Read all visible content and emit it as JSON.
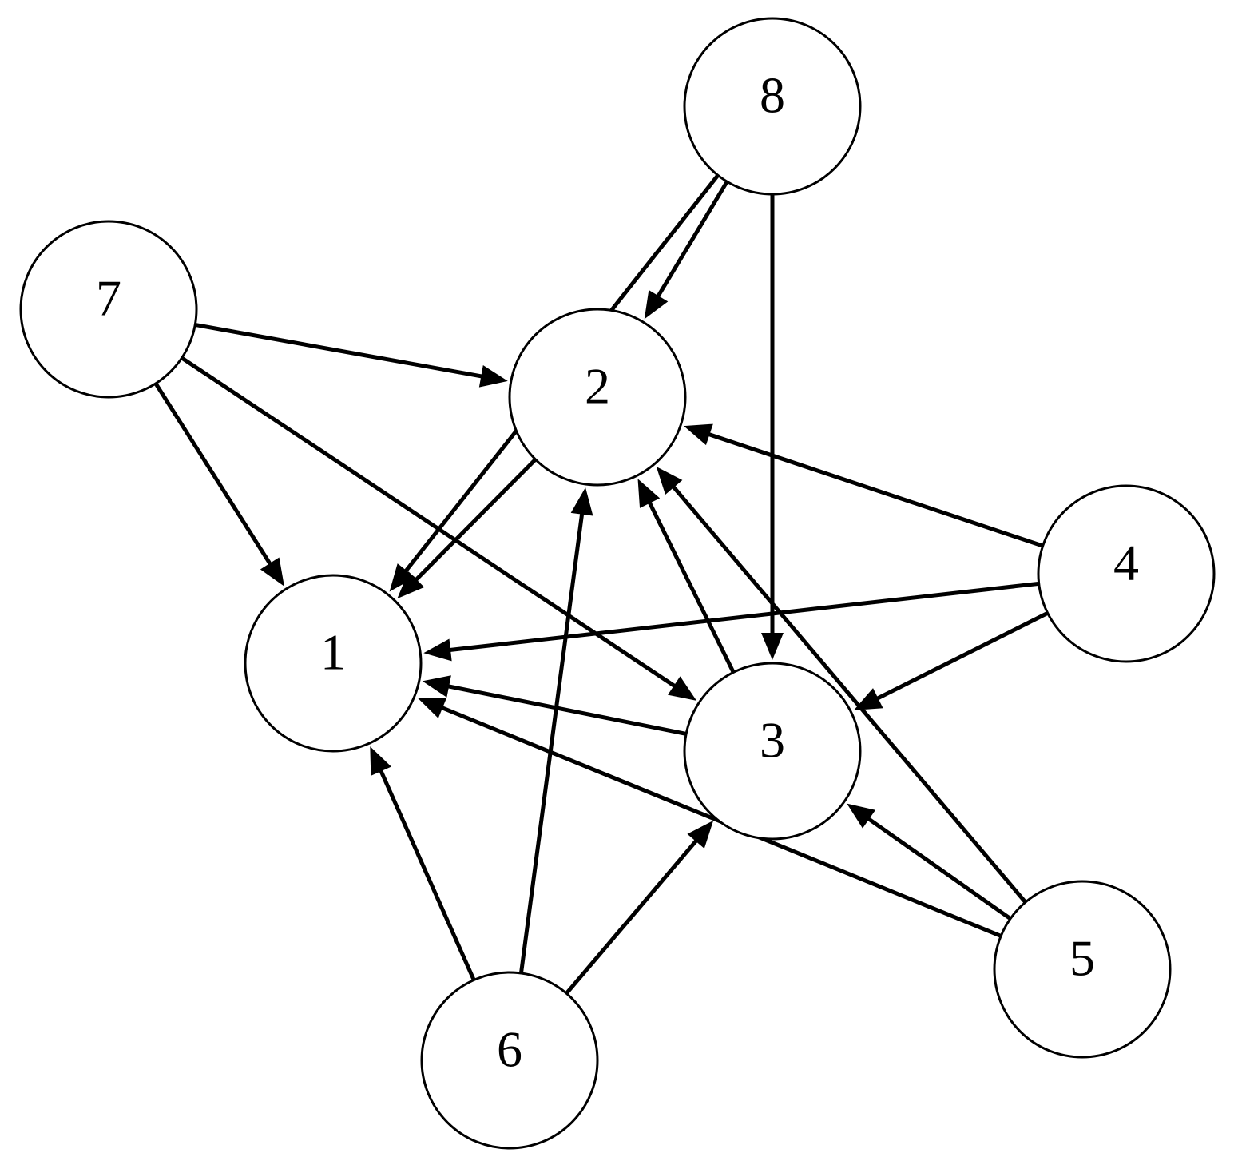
{
  "diagram": {
    "type": "directed-graph",
    "line_color": "#000000",
    "node_fill": "#ffffff",
    "nodes": [
      {
        "id": "1",
        "label": "1"
      },
      {
        "id": "2",
        "label": "2"
      },
      {
        "id": "3",
        "label": "3"
      },
      {
        "id": "4",
        "label": "4"
      },
      {
        "id": "5",
        "label": "5"
      },
      {
        "id": "6",
        "label": "6"
      },
      {
        "id": "7",
        "label": "7"
      },
      {
        "id": "8",
        "label": "8"
      }
    ],
    "edges": [
      {
        "from": "8",
        "to": "1"
      },
      {
        "from": "8",
        "to": "2"
      },
      {
        "from": "8",
        "to": "3"
      },
      {
        "from": "7",
        "to": "2"
      },
      {
        "from": "7",
        "to": "1"
      },
      {
        "from": "7",
        "to": "3"
      },
      {
        "from": "2",
        "to": "1"
      },
      {
        "from": "4",
        "to": "2"
      },
      {
        "from": "4",
        "to": "1"
      },
      {
        "from": "4",
        "to": "3"
      },
      {
        "from": "3",
        "to": "2"
      },
      {
        "from": "3",
        "to": "1"
      },
      {
        "from": "5",
        "to": "2"
      },
      {
        "from": "5",
        "to": "3"
      },
      {
        "from": "5",
        "to": "1"
      },
      {
        "from": "6",
        "to": "1"
      },
      {
        "from": "6",
        "to": "2"
      },
      {
        "from": "6",
        "to": "3"
      }
    ]
  }
}
